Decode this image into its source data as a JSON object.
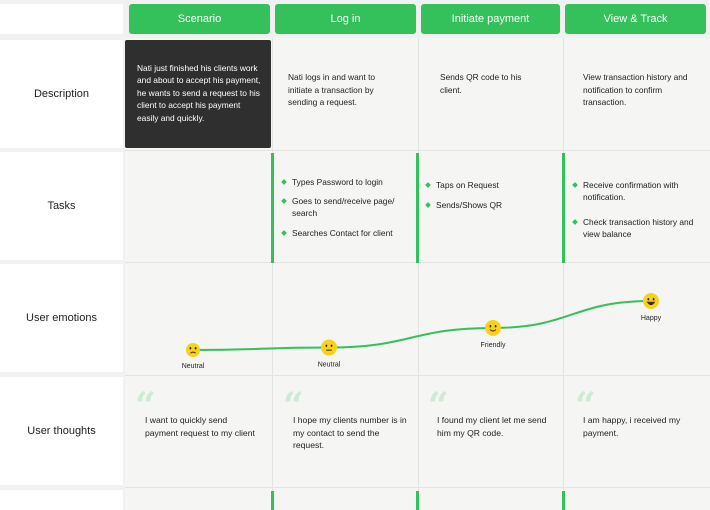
{
  "colors": {
    "accent": "#34c05a",
    "card_dark": "#2f2f2f",
    "emoji_yellow": "#f7d21c",
    "quote_light": "#cdebd3"
  },
  "header": {
    "columns": [
      "Scenario",
      "Log in",
      "Initiate payment",
      "View & Track"
    ]
  },
  "rows": {
    "description_label": "Description",
    "tasks_label": "Tasks",
    "emotions_label": "User emotions",
    "thoughts_label": "User thoughts"
  },
  "scenario": {
    "text": "Nati just finished his clients work and about to accept his payment, he wants to send a request to his client to accept his payment easily and quickly."
  },
  "descriptions": [
    "Nati logs in and want to initiate a transaction by sending a request.",
    "Sends QR code to his client.",
    "View transaction history and notification to confirm transaction."
  ],
  "tasks": {
    "log_in": [
      "Types Password to login",
      "Goes to send/receive page/ search",
      "Searches Contact for client"
    ],
    "initiate_payment": [
      "Taps on Request",
      "Sends/Shows QR"
    ],
    "view_track": [
      "Receive confirmation with notification.",
      "Check transaction history and view balance"
    ]
  },
  "emotions": [
    {
      "label": "Neutral",
      "icon": "sad-face-icon",
      "level": 0.0
    },
    {
      "label": "Neutral",
      "icon": "neutral-face-icon",
      "level": 0.05
    },
    {
      "label": "Friendly",
      "icon": "smile-face-icon",
      "level": 0.45
    },
    {
      "label": "Happy",
      "icon": "happy-face-icon",
      "level": 1.0
    }
  ],
  "thoughts": [
    "I want to quickly send payment request to my client",
    "I hope my clients number is in my contact to send the request.",
    "I found my client let me send him my QR code.",
    "I am happy, i received my payment."
  ]
}
